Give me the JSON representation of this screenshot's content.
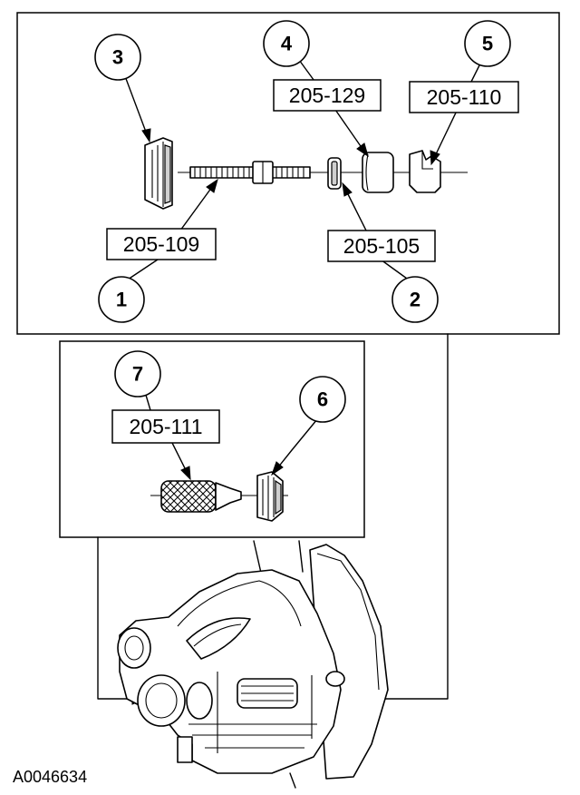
{
  "figure_id": "A0046634",
  "callouts": [
    {
      "num": "1",
      "tool": "205-109"
    },
    {
      "num": "2",
      "tool": "205-105"
    },
    {
      "num": "3",
      "tool": ""
    },
    {
      "num": "4",
      "tool": "205-129"
    },
    {
      "num": "5",
      "tool": "205-110"
    },
    {
      "num": "6",
      "tool": ""
    },
    {
      "num": "7",
      "tool": "205-111"
    }
  ]
}
